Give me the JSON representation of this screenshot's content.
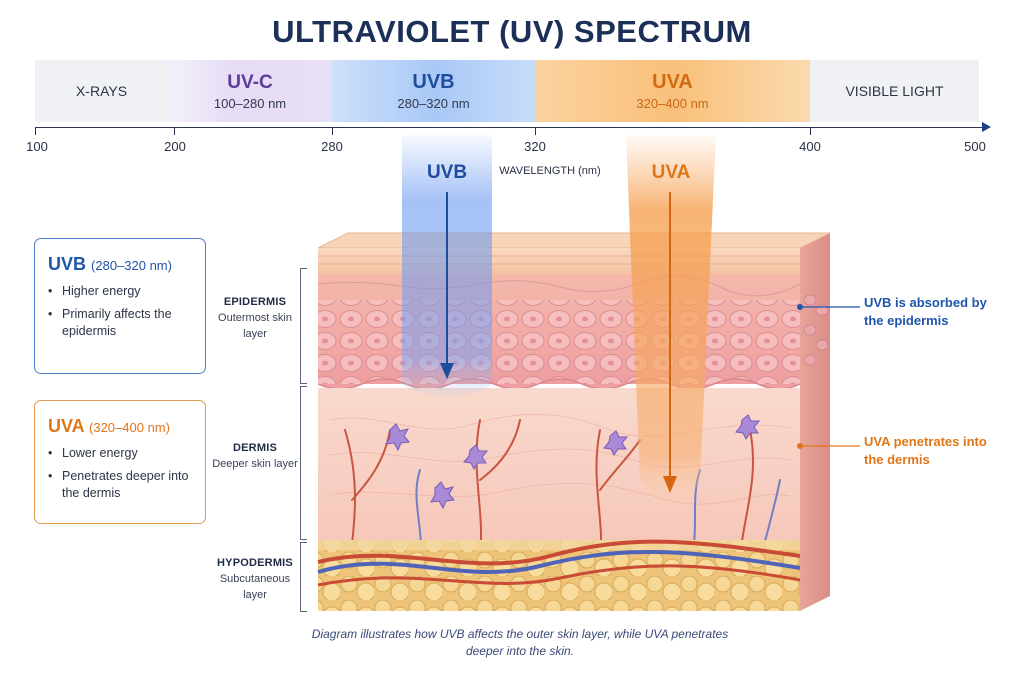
{
  "title": "ULTRAVIOLET (UV) SPECTRUM",
  "spectrum": {
    "bands": [
      {
        "name": "X-RAYS",
        "range": ""
      },
      {
        "name": "UV-C",
        "range": "100–280 nm"
      },
      {
        "name": "UVB",
        "range": "280–320 nm"
      },
      {
        "name": "UVA",
        "range": "320–400 nm"
      },
      {
        "name": "VISIBLE LIGHT",
        "range": ""
      }
    ],
    "axis_ticks": [
      "100",
      "200",
      "280",
      "320",
      "400",
      "500"
    ],
    "axis_title": "WAVELENGTH (nm)"
  },
  "beams": {
    "uvb": "UVB",
    "uva": "UVA"
  },
  "uvb_box": {
    "title": "UVB",
    "range": "(280–320 nm)",
    "bullets": [
      "Higher energy",
      "Primarily affects the epidermis"
    ]
  },
  "uva_box": {
    "title": "UVA",
    "range": "(320–400 nm)",
    "bullets": [
      "Lower energy",
      "Penetrates deeper into the dermis"
    ]
  },
  "layers": {
    "epidermis": {
      "name": "EPIDERMIS",
      "desc": "Outermost skin layer"
    },
    "dermis": {
      "name": "DERMIS",
      "desc": "Deeper skin layer"
    },
    "hypodermis": {
      "name": "HYPODERMIS",
      "desc": "Subcutaneous layer"
    }
  },
  "annotations": {
    "uvb": "UVB is absorbed by the epidermis",
    "uva": "UVA penetrates into the dermis"
  },
  "caption": "Diagram illustrates how UVB affects the outer skin layer, while UVA penetrates deeper into the skin.",
  "colors": {
    "uvb": "#1f55aa",
    "uva": "#e0761a",
    "title": "#1c2f57",
    "epidermis": "#f2a6a8",
    "dermis": "#f7cfc4",
    "hypodermis": "#f1cf7f"
  },
  "icons": [
    "arrow-right-icon",
    "uvb-arrow-icon",
    "uva-arrow-icon",
    "bullet-icon"
  ]
}
